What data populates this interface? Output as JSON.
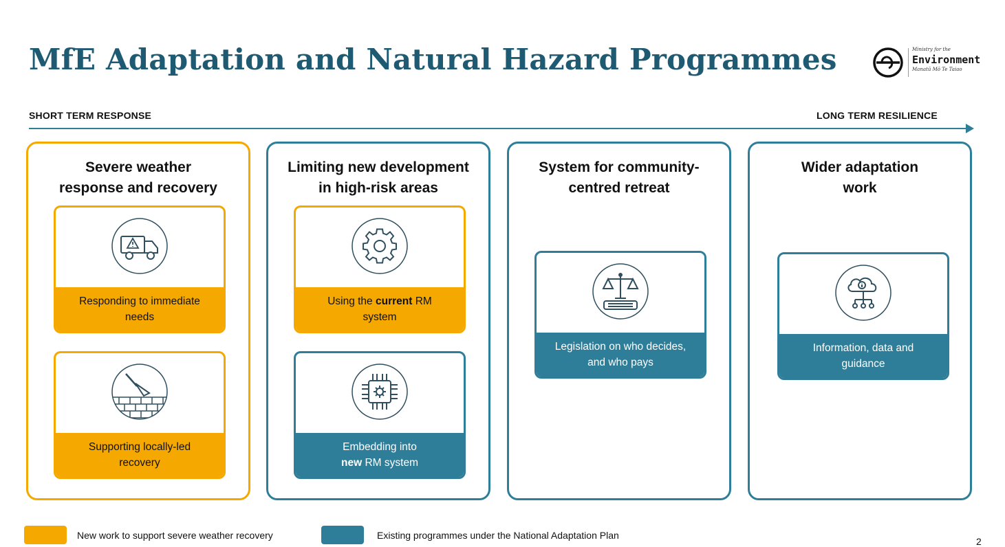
{
  "title": "MfE Adaptation and Natural Hazard Programmes",
  "logo": {
    "small_top": "Ministry for the",
    "main": "Environment",
    "small_bottom": "Manatū Mō Te Taiao"
  },
  "timeline": {
    "left_label": "SHORT TERM RESPONSE",
    "right_label": "LONG TERM RESILIENCE"
  },
  "columns": [
    {
      "heading_line1": "Severe weather",
      "heading_line2": "response and recovery",
      "cards": [
        {
          "icon": "truck-warning-icon",
          "line1": "Responding to immediate",
          "line2": "needs"
        },
        {
          "icon": "trowel-brick-icon",
          "line1": "Supporting locally-led",
          "line2": "recovery"
        }
      ]
    },
    {
      "heading_line1": "Limiting new development",
      "heading_line2": "in high-risk areas",
      "cards": [
        {
          "icon": "gear-icon",
          "pre": "Using the ",
          "bold": "current",
          "post": " RM",
          "line2": "system"
        },
        {
          "icon": "chip-gear-icon",
          "line1": "Embedding into",
          "bold": "new",
          "post": " RM system"
        }
      ]
    },
    {
      "heading_line1": "System for community-",
      "heading_line2": "centred retreat",
      "cards": [
        {
          "icon": "scales-book-icon",
          "line1": "Legislation on who decides,",
          "line2": "and who pays"
        }
      ]
    },
    {
      "heading_line1": "Wider adaptation",
      "heading_line2": "work",
      "cards": [
        {
          "icon": "cloud-info-network-icon",
          "line1": "Information, data and",
          "line2": "guidance"
        }
      ]
    }
  ],
  "legend": [
    {
      "label": "New work to support severe weather recovery",
      "color": "#f5a800"
    },
    {
      "label": "Existing programmes under the National Adaptation Plan",
      "color": "#2f7e99"
    }
  ],
  "page_number": "2",
  "colors": {
    "orange": "#f5a800",
    "teal": "#2f7e99",
    "title": "#1f5a73"
  }
}
